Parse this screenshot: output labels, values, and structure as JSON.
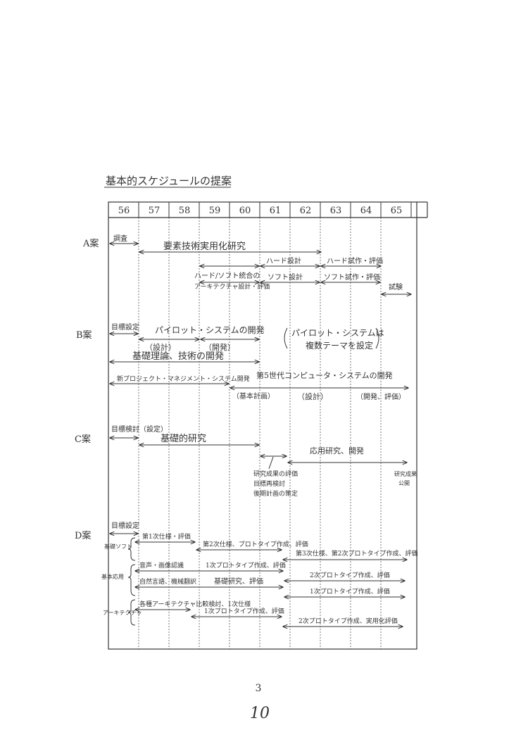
{
  "doc": {
    "title": "基本的スケジュールの提案",
    "page_number": "3",
    "handwritten_number": "10"
  },
  "years": [
    "56",
    "57",
    "58",
    "59",
    "60",
    "61",
    "62",
    "63",
    "64",
    "65"
  ],
  "plans": {
    "a": {
      "label": "A案",
      "items": [
        "調査",
        "要素技術実用化研究",
        "ハード設計",
        "ハード試作・評価",
        "ハード/ソフト統合の",
        "アーキテクチャ設計・評価",
        "ソフト設計",
        "ソフト試作・評価",
        "試験"
      ]
    },
    "b": {
      "label": "B案",
      "items": [
        "目標設定",
        "パイロット・システムの開発",
        "（設計）",
        "（開発）",
        "パイロット・システムは",
        "複数テーマを設定",
        "基礎理論、技術の開発",
        "新プロジェクト・マネジメント・システム開発",
        "第5世代コンピュータ・システムの開発",
        "（基本計画）",
        "（設計）",
        "（開発、評価）"
      ]
    },
    "c": {
      "label": "C案",
      "items": [
        "目標検討（設定）",
        "基礎的研究",
        "応用研究、開発",
        "研究成果の評価",
        "目標再検討",
        "後期計画の策定",
        "研究成果",
        "公開"
      ]
    },
    "d": {
      "label": "D案",
      "items": [
        "目標設定",
        "基礎ソフト",
        "第1次仕様・評価",
        "第2次仕様、プロトタイプ作成、評価",
        "第3次仕様、第2次プロトタイプ作成、評価",
        "基本応用",
        "音声・画像認識",
        "1次プロトタイプ作成、評価",
        "2次プロトタイプ作成、評価",
        "自然言語、機械翻訳",
        "基礎研究、評価",
        "1次プロトタイプ作成、評価",
        "アーキテクチャ",
        "各種アーキテクチャ比較検討、1次仕様",
        "1次プロトタイプ作成、評価",
        "2次プロトタイプ作成、実用化評価"
      ]
    }
  }
}
